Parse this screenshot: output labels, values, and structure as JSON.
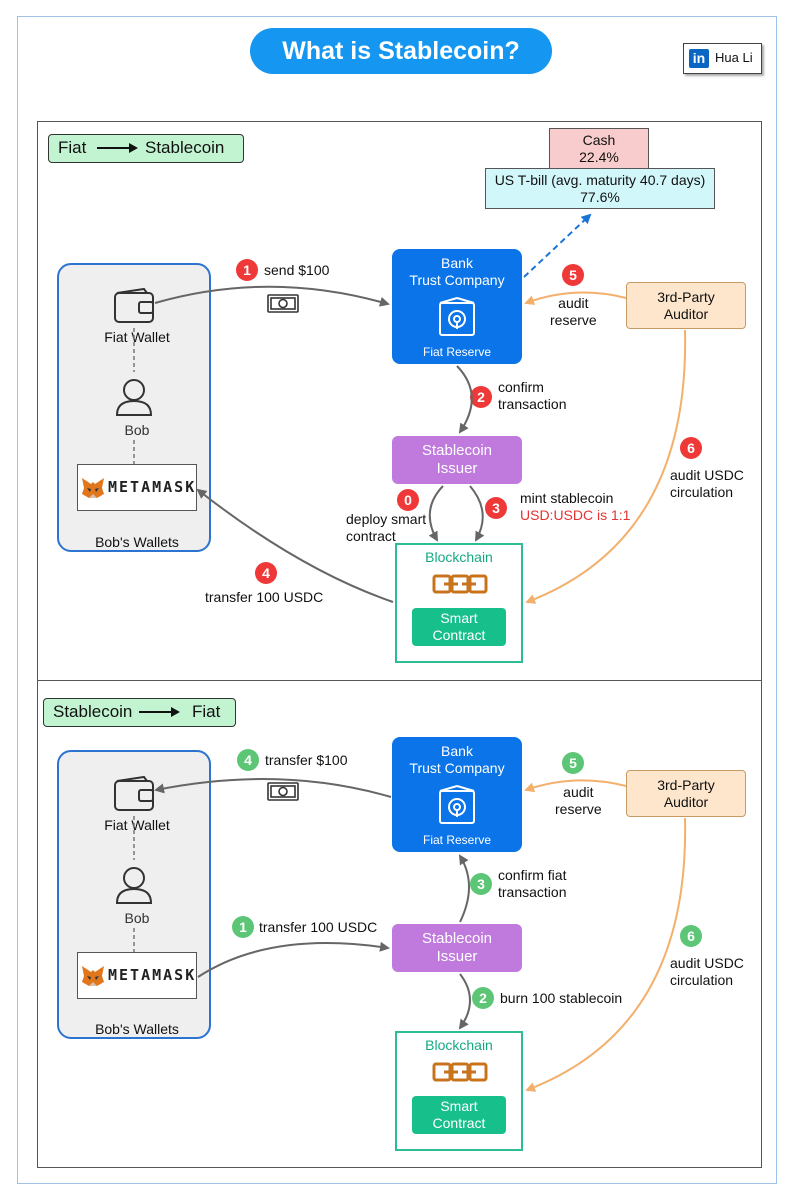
{
  "header": {
    "title": "What is Stablecoin?",
    "author_badge_icon": "in",
    "author": "Hua Li"
  },
  "colors": {
    "title_bg": "#1597f1",
    "bank": "#0b74e8",
    "issuer": "#c07ade",
    "blockchain": "#2dbd94",
    "auditor": "#fde6cb",
    "step_red": "#ef3838",
    "step_green": "#5dc676",
    "wallet_border": "#2d74d0"
  },
  "reserve": {
    "cash_label": "Cash",
    "cash_pct": "22.4%",
    "tbill_label": "US T-bill (avg. maturity 40.7 days)",
    "tbill_pct": "77.6%"
  },
  "top": {
    "tag_left": "Fiat",
    "tag_right": "Stablecoin",
    "fiat_wallet": "Fiat Wallet",
    "user": "Bob",
    "metamask": "METAMASK",
    "wallets": "Bob's Wallets",
    "bank_line1": "Bank",
    "bank_line2": "Trust Company",
    "fiat_reserve": "Fiat Reserve",
    "issuer_line1": "Stablecoin",
    "issuer_line2": "Issuer",
    "blockchain": "Blockchain",
    "smart_line1": "Smart",
    "smart_line2": "Contract",
    "auditor_line1": "3rd-Party",
    "auditor_line2": "Auditor",
    "steps": {
      "s1_num": "1",
      "s1_text": "send $100",
      "s2_num": "2",
      "s2_line1": "confirm",
      "s2_line2": "transaction",
      "s0_num": "0",
      "s0_line1": "deploy smart",
      "s0_line2": "contract",
      "s3_num": "3",
      "s3_line1": "mint stablecoin",
      "s3_line2": "USD:USDC is 1:1",
      "s4_num": "4",
      "s4_text": "transfer 100 USDC",
      "s5_num": "5",
      "s5_line1": "audit",
      "s5_line2": "reserve",
      "s6_num": "6",
      "s6_line1": "audit USDC",
      "s6_line2": "circulation"
    }
  },
  "bottom": {
    "tag_left": "Stablecoin",
    "tag_right": "Fiat",
    "fiat_wallet": "Fiat Wallet",
    "user": "Bob",
    "metamask": "METAMASK",
    "wallets": "Bob's Wallets",
    "bank_line1": "Bank",
    "bank_line2": "Trust Company",
    "fiat_reserve": "Fiat Reserve",
    "issuer_line1": "Stablecoin",
    "issuer_line2": "Issuer",
    "blockchain": "Blockchain",
    "smart_line1": "Smart",
    "smart_line2": "Contract",
    "auditor_line1": "3rd-Party",
    "auditor_line2": "Auditor",
    "steps": {
      "s1_num": "1",
      "s1_text": "transfer 100 USDC",
      "s2_num": "2",
      "s2_text": "burn 100 stablecoin",
      "s3_num": "3",
      "s3_line1": "confirm fiat",
      "s3_line2": "transaction",
      "s4_num": "4",
      "s4_text": "transfer $100",
      "s5_num": "5",
      "s5_line1": "audit",
      "s5_line2": "reserve",
      "s6_num": "6",
      "s6_line1": "audit USDC",
      "s6_line2": "circulation"
    }
  }
}
